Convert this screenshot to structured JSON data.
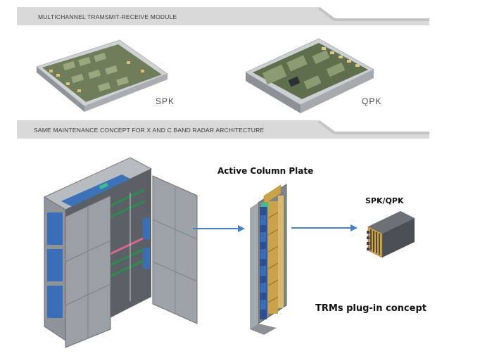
{
  "banners": {
    "top": "MULTICHANNEL TRAMSMIT-RECEIVE MODULE",
    "middle": "SAME MAINTENANCE CONCEPT FOR X AND C BAND RADAR ARCHITECTURE"
  },
  "modules": {
    "left_label": "SPK",
    "right_label": "QPK"
  },
  "diagram": {
    "plate_label": "Active Column Plate",
    "module_label": "SPK/QPK",
    "concept_label": "TRMs plug-in concept"
  },
  "colors": {
    "banner_bg": "#d6d6d6",
    "cabinet_grey": "#8e9398",
    "blue_panel": "#3a6fb6",
    "arrow": "#4a80c0",
    "gold": "#c9a24a"
  }
}
